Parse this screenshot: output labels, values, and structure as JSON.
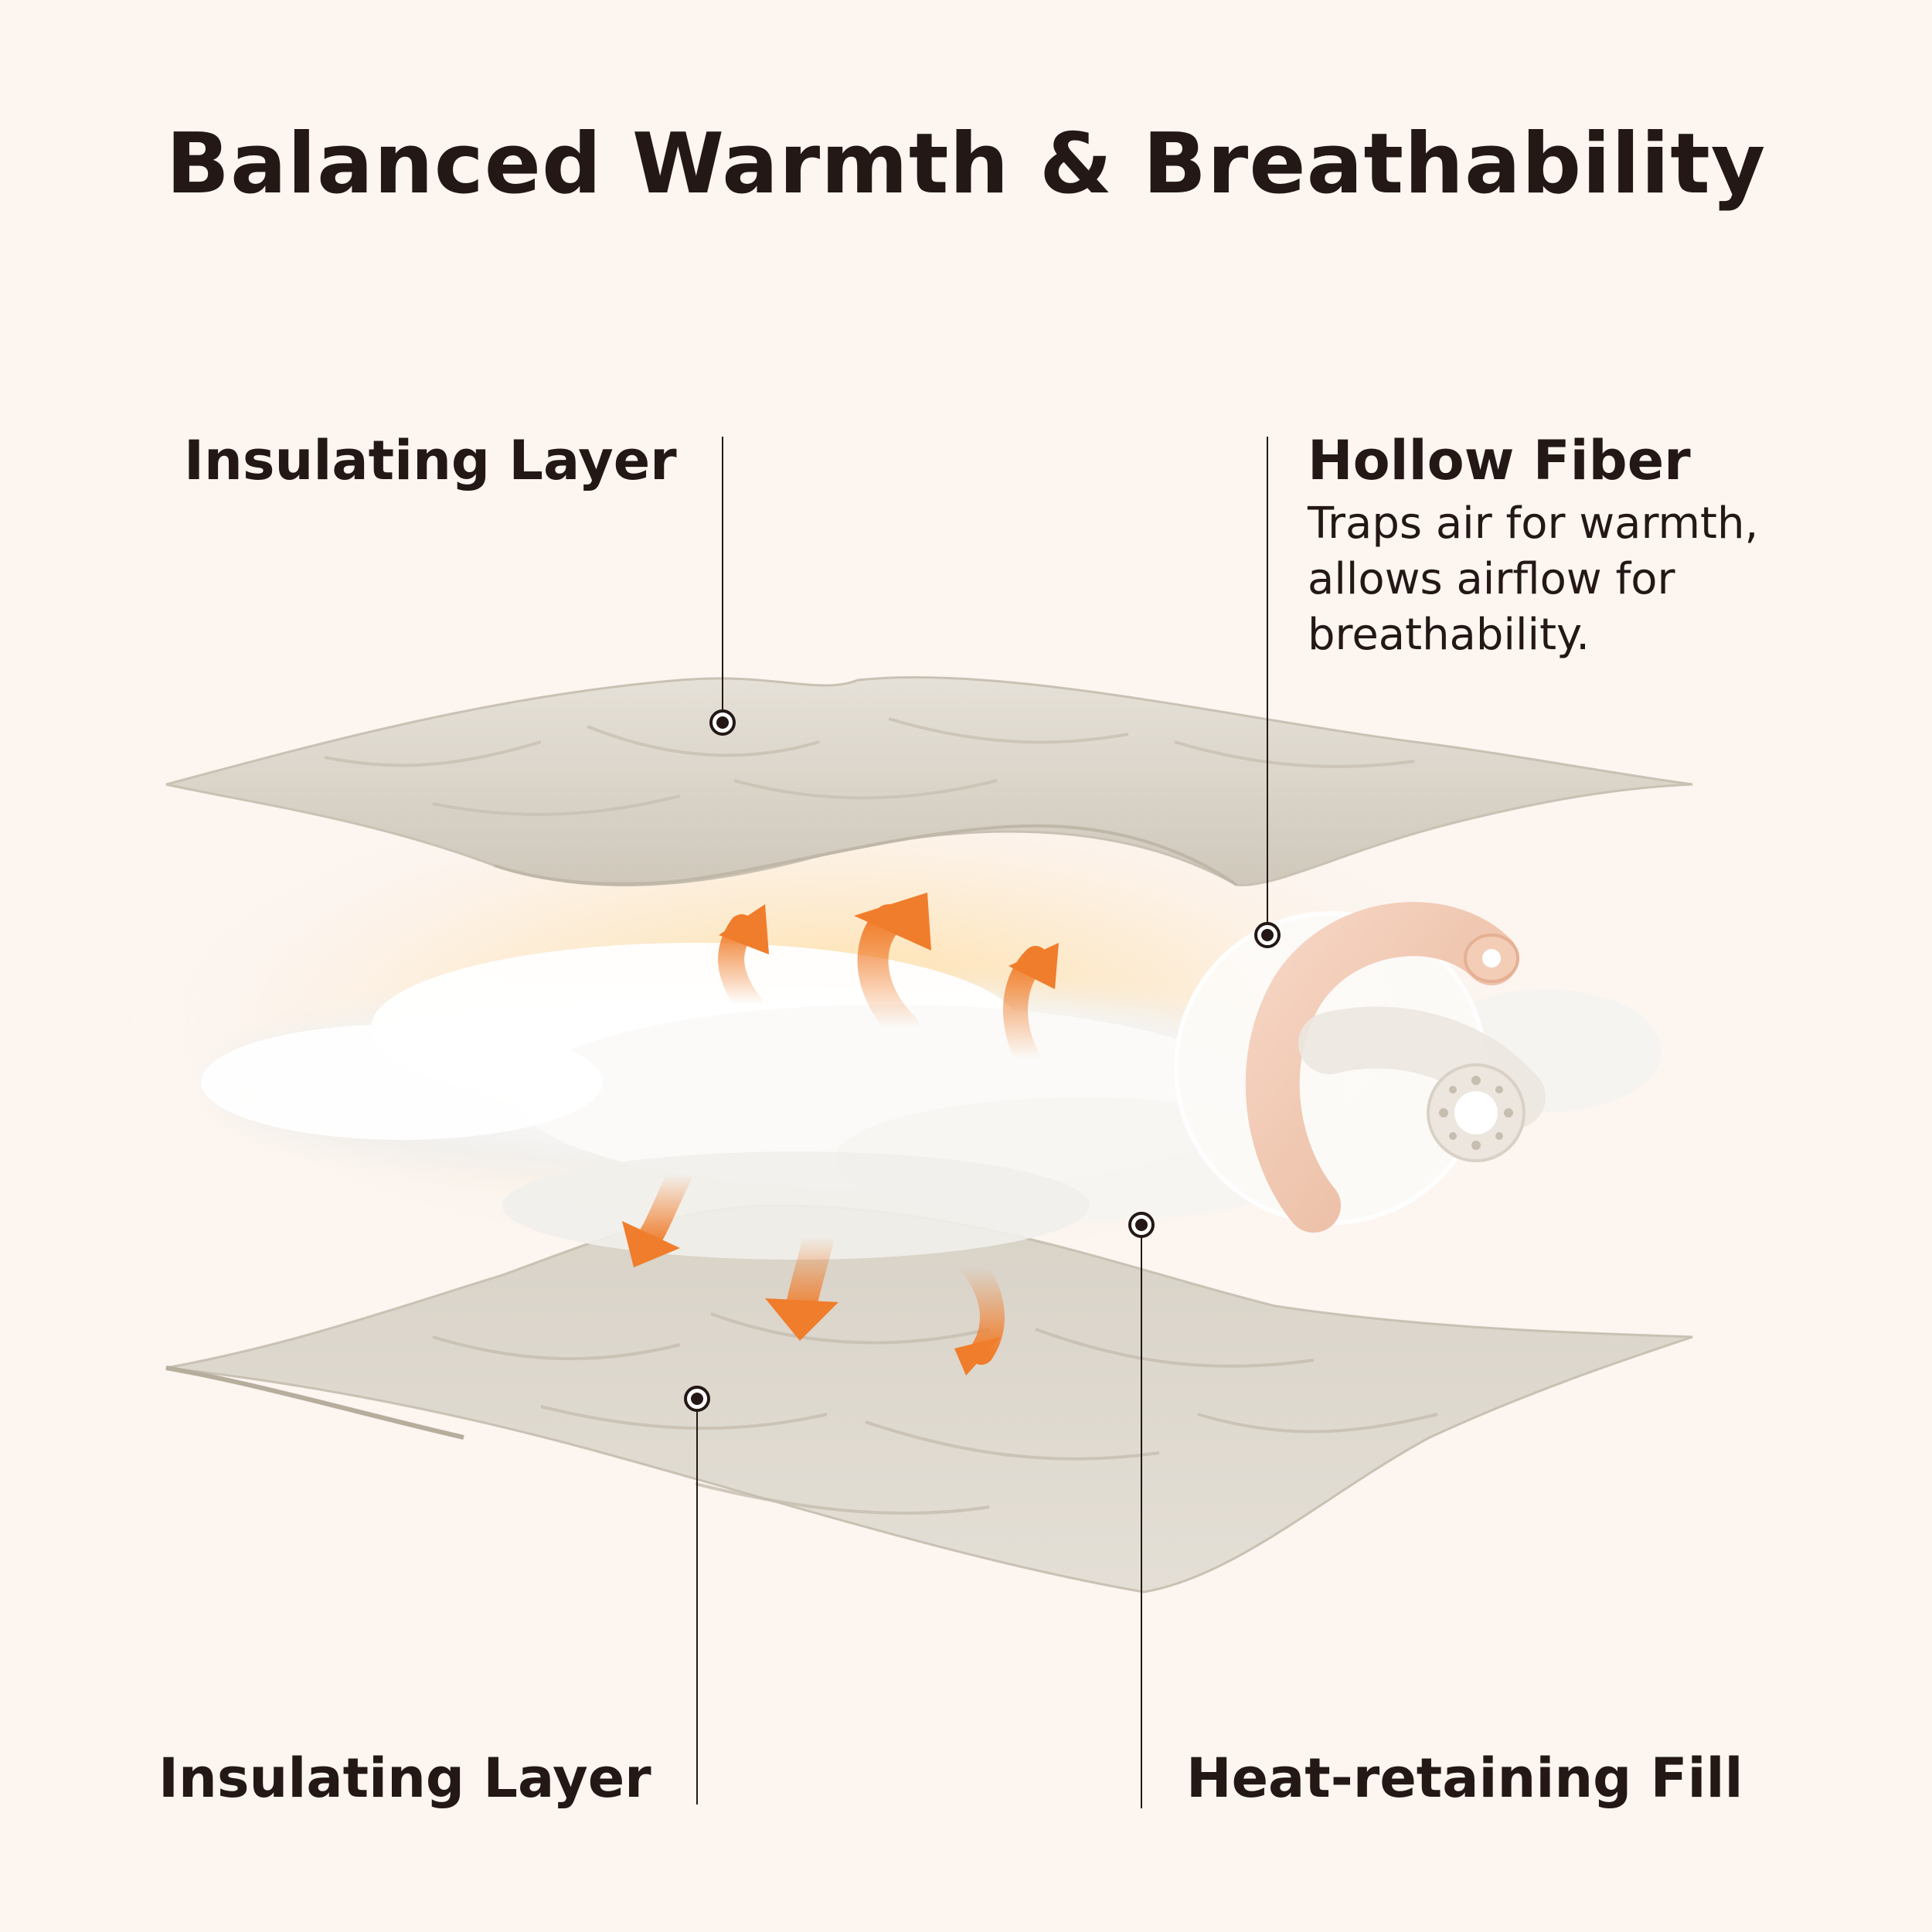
{
  "title": "Balanced Warmth & Breathability",
  "labels": {
    "top_insulating": "Insulating Layer",
    "hollow_fiber_title": "Hollow Fiber",
    "hollow_fiber_desc_1": "Traps air for warmth,",
    "hollow_fiber_desc_2": "allows airflow for",
    "hollow_fiber_desc_3": "breathability.",
    "bottom_insulating": "Insulating Layer",
    "heat_fill": "Heat-retaining Fill"
  },
  "colors": {
    "background": "#fcf5f0",
    "text": "#231815",
    "layer_fabric": "#dcd6cc",
    "arrow": "#f07d2c",
    "fiber_pink": "#f0c8b2",
    "fiber_white": "#ede7df"
  }
}
